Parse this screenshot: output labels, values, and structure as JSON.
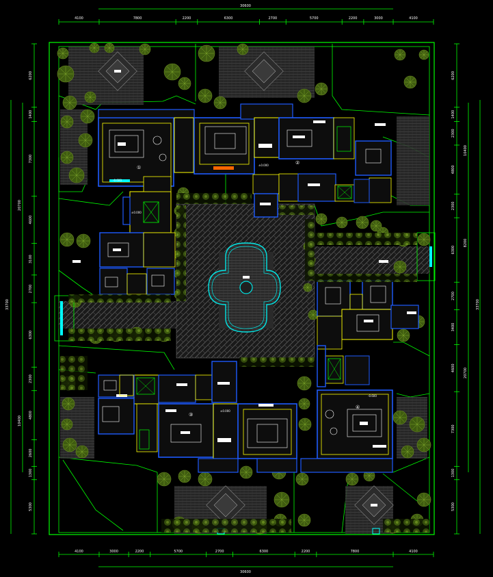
{
  "drawing": {
    "colors": {
      "background": "#000000",
      "boundary": "#00ff00",
      "wall_yellow": "#ffff00",
      "wall_blue": "#1e5bff",
      "wall_cyan": "#00ffff",
      "furniture": "#ffffff",
      "paving": "#3a3a3a",
      "planting": "#4a6a10"
    },
    "top_dims": {
      "total": "30600",
      "segments": [
        "4100",
        "7800",
        "2200",
        "6300",
        "2700",
        "5700",
        "2200",
        "3000",
        "4100"
      ]
    },
    "bottom_dims": {
      "total": "30600",
      "segments": [
        "4100",
        "3000",
        "2200",
        "5700",
        "2700",
        "6300",
        "2200",
        "7800",
        "4100"
      ]
    },
    "left_dims": {
      "total": "33700",
      "group_upper": "20700",
      "group_lower": "10400",
      "segments": [
        "6200",
        "1400",
        "7300",
        "4600",
        "3100",
        "2700",
        "6300",
        "2300",
        "4800",
        "2600",
        "1300",
        "5300"
      ]
    },
    "right_dims": {
      "total": "33700",
      "group_upper": "10400",
      "group_mid": "8200",
      "group_lower": "20700",
      "segments": [
        "6200",
        "1400",
        "2300",
        "4800",
        "2300",
        "6300",
        "2700",
        "3400",
        "4600",
        "7300",
        "1300",
        "5300"
      ]
    },
    "elevations": {
      "top_left_unit": "-0.600",
      "top_left_hall": "±0.000",
      "top_center": "±0.000",
      "bottom_center": "±0.000",
      "right_hall": "±0.000",
      "right_unit": "-0.600"
    },
    "unit_numbers": [
      "①",
      "②",
      "③",
      "④"
    ]
  }
}
